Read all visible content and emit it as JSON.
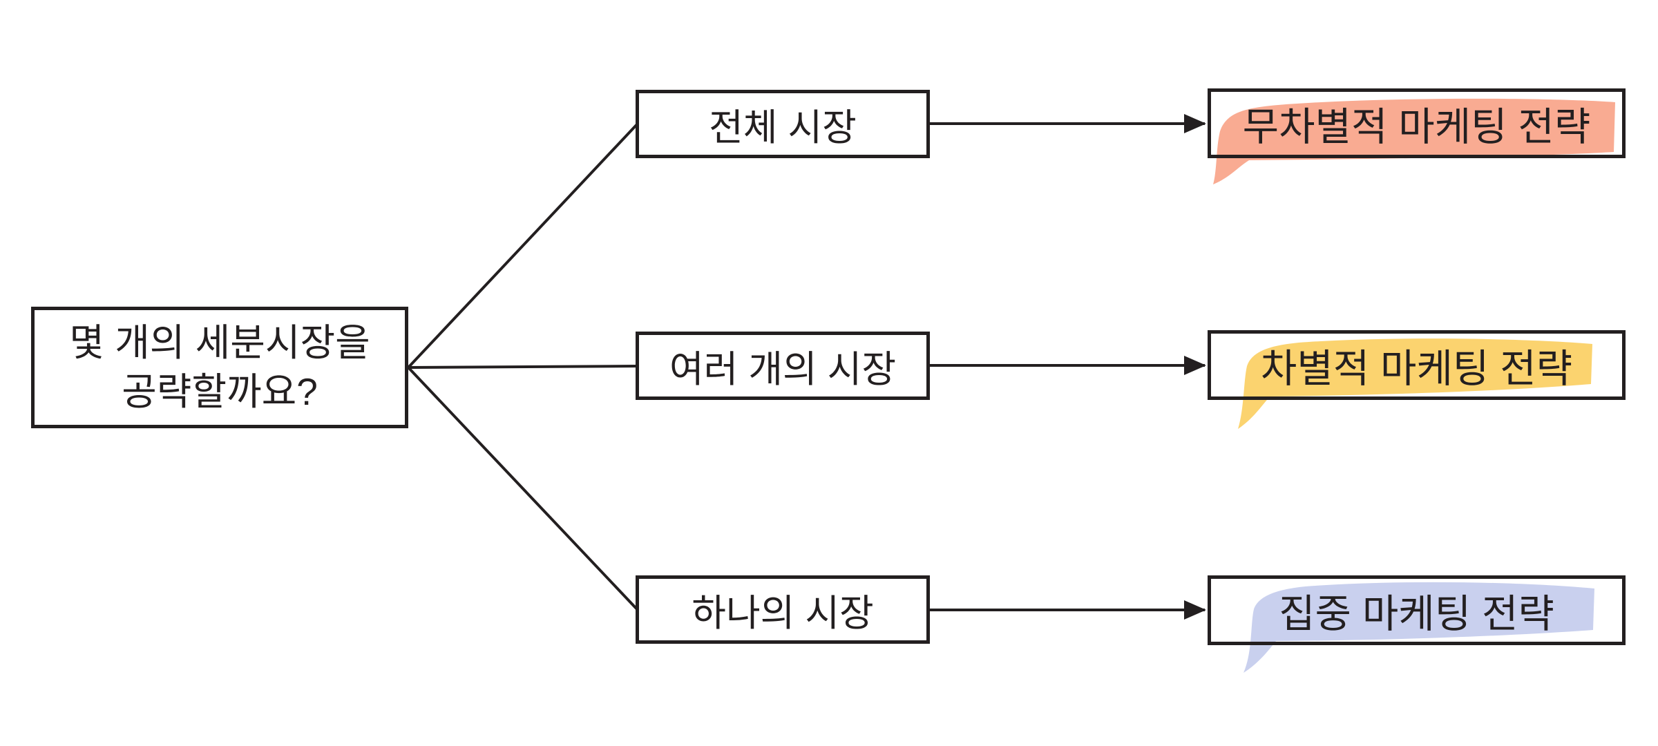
{
  "page": {
    "background_color": "#ffffff",
    "line_color": "#231f20"
  },
  "diagram": {
    "root_question": {
      "label": "몇 개의 세분시장을\n공략할까요?"
    },
    "branches": [
      {
        "option": "전체 시장",
        "strategy": "무차별적 마케팅 전략",
        "highlight_color": "#f9ab92"
      },
      {
        "option": "여러 개의 시장",
        "strategy": "차별적 마케팅 전략",
        "highlight_color": "#fbd36f"
      },
      {
        "option": "하나의 시장",
        "strategy": "집중 마케팅 전략",
        "highlight_color": "#c9d0ee"
      }
    ]
  }
}
